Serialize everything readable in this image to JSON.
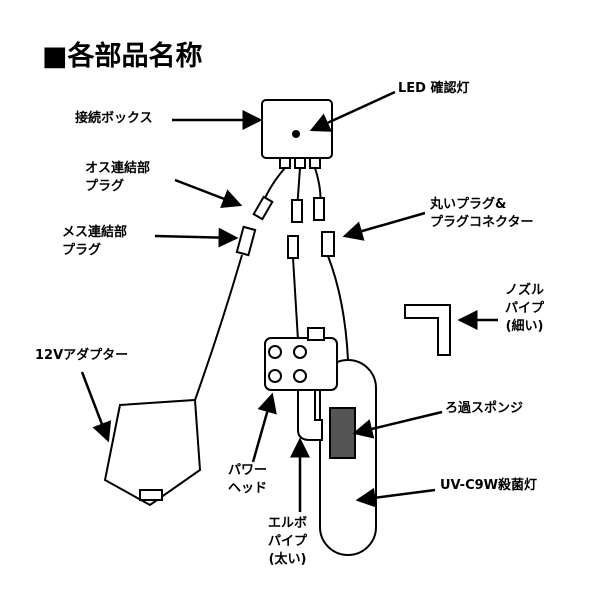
{
  "title": "■各部品名称",
  "labels": {
    "led": "LED 確認灯",
    "box": "接続ボックス",
    "male1": "オス連結部",
    "male2": "プラグ",
    "female1": "メス連結部",
    "female2": "プラグ",
    "round1": "丸いプラグ&",
    "round2": "プラグコネクター",
    "nozzle1": "ノズル",
    "nozzle2": "パイプ",
    "nozzle3": "(細い)",
    "adapter": "12Vアダプター",
    "sponge": "ろ過スポンジ",
    "uv": "UV-C9W殺菌灯",
    "head1": "パワー",
    "head2": "ヘッド",
    "elbow1": "エルボ",
    "elbow2": "パイプ",
    "elbow3": "(太い)"
  }
}
